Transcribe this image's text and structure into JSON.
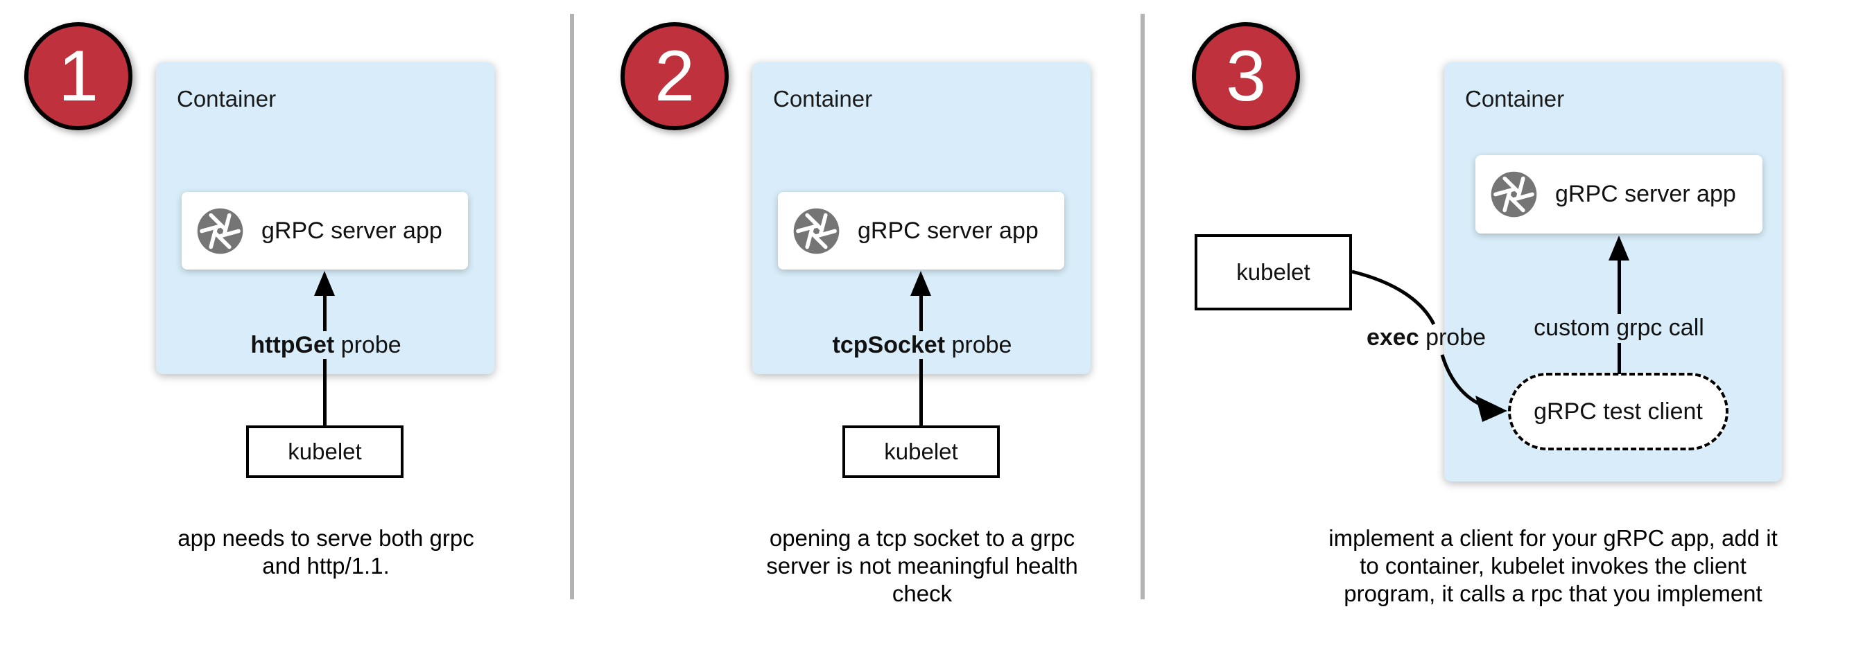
{
  "colors": {
    "background": "#ffffff",
    "container_fill": "#d8edf9",
    "badge_fill": "#c0313e",
    "badge_border": "#000000",
    "icon_gray": "#757575",
    "divider_gray": "#b3b3b3",
    "arrow_black": "#000000",
    "box_white": "#ffffff"
  },
  "icons": {
    "app_icon": "aperture-icon"
  },
  "panels": [
    {
      "badge": "1",
      "container_label": "Container",
      "app_label": "gRPC server app",
      "probe_bold": "httpGet",
      "probe_rest": "probe",
      "kubelet_label": "kubelet",
      "caption_lines": [
        "app needs to serve both grpc",
        "and http/1.1."
      ]
    },
    {
      "badge": "2",
      "container_label": "Container",
      "app_label": "gRPC server app",
      "probe_bold": "tcpSocket",
      "probe_rest": "probe",
      "kubelet_label": "kubelet",
      "caption_lines": [
        "opening a tcp socket to a grpc",
        "server is not meaningful health",
        "check"
      ]
    },
    {
      "badge": "3",
      "container_label": "Container",
      "app_label": "gRPC server app",
      "probe_bold": "exec",
      "probe_rest": "probe",
      "kubelet_label": "kubelet",
      "grpc_call_label": "custom grpc call",
      "test_client_label": "gRPC test client",
      "caption_lines": [
        "implement a client for your gRPC app, add it",
        "to container, kubelet invokes the client",
        "program, it calls a rpc that you implement"
      ]
    }
  ]
}
